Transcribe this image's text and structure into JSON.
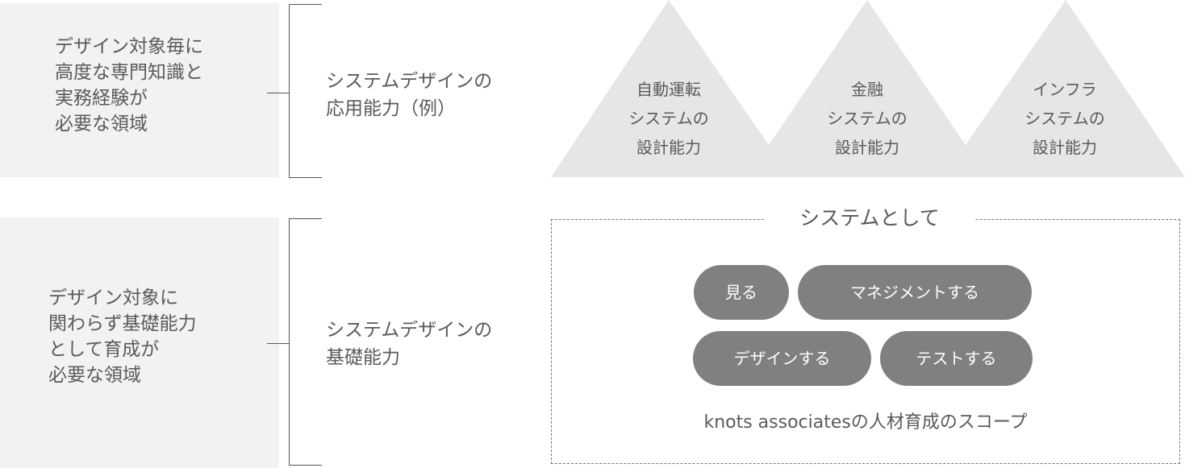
{
  "upper": {
    "left_text": "デザイン対象毎に\n高度な専門知識と\n実務経験が\n必要な領域",
    "mid_text": "システムデザインの\n応用能力（例）",
    "peaks": [
      {
        "label": "自動運転\nシステムの\n設計能力"
      },
      {
        "label": "金融\nシステムの\n設計能力"
      },
      {
        "label": "インフラ\nシステムの\n設計能力"
      }
    ]
  },
  "lower": {
    "left_text": "デザイン対象に\n関わらず基礎能力\nとして育成が\n必要な領域",
    "mid_text": "システムデザインの\n基礎能力",
    "scope_title": "システムとして",
    "pills": {
      "see": "見る",
      "manage": "マネジメントする",
      "design": "デザインする",
      "test": "テストする"
    },
    "caption": "knots associatesの人材育成のスコープ"
  },
  "colors": {
    "panel": "#f2f2f2",
    "mountain": "#e6e6e6",
    "pill": "#808080",
    "text": "#5a5a5a"
  }
}
